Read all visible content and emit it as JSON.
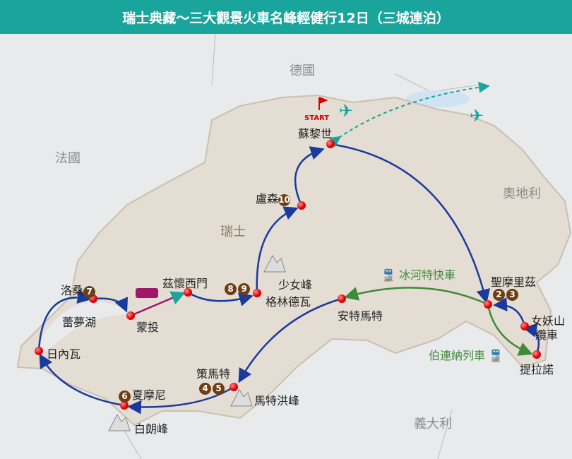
{
  "title": "瑞士典藏～三大觀景火車名峰輕健行12日（三城連泊）",
  "countries": {
    "germany": "德國",
    "france": "法國",
    "austria": "奧地利",
    "switzerland": "瑞士",
    "italy": "義大利"
  },
  "lake": "蕾夢湖",
  "start": "START",
  "cities": {
    "zurich": "蘇黎世",
    "lucerne": "盧森",
    "grindelwald": "格林德瓦",
    "zweisimmen": "茲懷西門",
    "montreux": "蒙投",
    "lausanne": "洛桑",
    "geneva": "日內瓦",
    "chamonix": "夏摩尼",
    "zermatt": "策馬特",
    "andermatt": "安特馬特",
    "stmoritz": "聖摩里茲",
    "diavolezza_1": "女妖山",
    "diavolezza_2": "纜車",
    "tirano": "提拉諾"
  },
  "days": {
    "lucerne": [
      "10"
    ],
    "grindelwald": [
      "8",
      "9"
    ],
    "lausanne": [
      "7"
    ],
    "chamonix": [
      "6"
    ],
    "zermatt": [
      "4",
      "5"
    ],
    "stmoritz": [
      "2",
      "3"
    ]
  },
  "peaks": {
    "jungfrau": "少女峰",
    "montblanc": "白朗峰",
    "matterhorn": "馬特洪峰"
  },
  "trains": {
    "glacier": "冰河特快車",
    "bernina": "伯連納列車"
  },
  "colors": {
    "header": "#19a49c",
    "route": "#1a3a9c",
    "train": "#3f8a3a",
    "land": "#e4ddd3"
  }
}
